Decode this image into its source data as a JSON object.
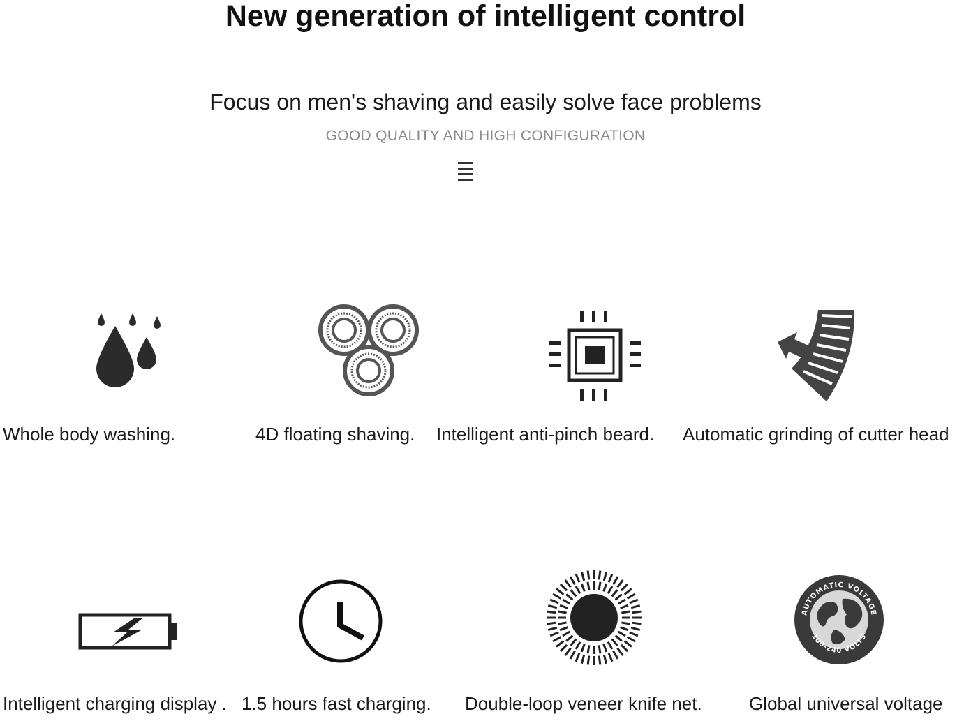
{
  "header": {
    "title": "New generation of intelligent control",
    "subtitle": "Focus on men's shaving and easily solve face problems",
    "tagline": "GOOD QUALITY AND HIGH CONFIGURATION"
  },
  "features": [
    {
      "label": "Whole body washing.",
      "icon": "water-drops-icon"
    },
    {
      "label": "4D floating shaving.",
      "icon": "triple-blade-head-icon"
    },
    {
      "label": "Intelligent anti-pinch beard.",
      "icon": "chip-icon"
    },
    {
      "label": "Automatic grinding of cutter head",
      "icon": "cutter-grinding-icon"
    },
    {
      "label": "Intelligent charging display .",
      "icon": "battery-charging-icon"
    },
    {
      "label": "1.5 hours fast charging.",
      "icon": "clock-icon"
    },
    {
      "label": "Double-loop veneer knife net.",
      "icon": "knife-net-icon"
    },
    {
      "label": "Global universal voltage",
      "icon": "globe-voltage-icon"
    }
  ],
  "globe_badge": {
    "top_text": "AUTOMATIC VOLTAGE",
    "bottom_text": "100-240 VOLTS"
  }
}
